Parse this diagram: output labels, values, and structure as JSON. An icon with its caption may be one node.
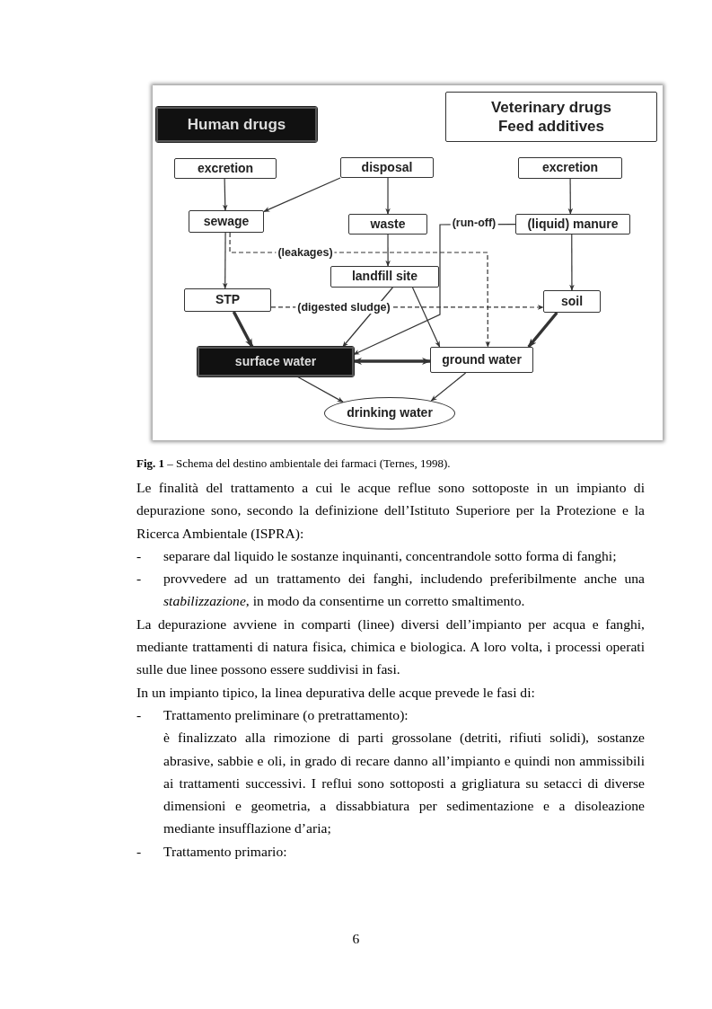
{
  "diagram": {
    "caption": "**Fig. 1** – Schema del destino ambientale dei farmaci (Ternes, 1998).",
    "nodes": [
      {
        "text": [
          "Human drugs"
        ]
      },
      {
        "text": [
          "Veterinary drugs",
          "Feed additives"
        ]
      },
      {
        "text": [
          "excretion"
        ]
      },
      {
        "text": [
          "disposal"
        ]
      },
      {
        "text": [
          "excretion"
        ]
      },
      {
        "text": [
          "sewage"
        ]
      },
      {
        "text": [
          "waste"
        ]
      },
      {
        "text": [
          "(liquid) manure"
        ]
      },
      {
        "text": [
          "landfill site"
        ]
      },
      {
        "text": [
          "STP"
        ]
      },
      {
        "text": [
          "soil"
        ]
      },
      {
        "text": [
          "surface water"
        ]
      },
      {
        "text": [
          "ground water"
        ]
      },
      {
        "text": [
          "drinking water"
        ]
      }
    ],
    "edges": [
      {
        "from": 2,
        "to": 5,
        "arrow": "to"
      },
      {
        "from": 3,
        "to": 5,
        "arrow": "to"
      },
      {
        "from": 3,
        "to": 6,
        "arrow": "to"
      },
      {
        "from": 4,
        "to": 7,
        "arrow": "to"
      },
      {
        "from": 5,
        "to": 9,
        "arrow": "to"
      },
      {
        "from": 5,
        "to": 12,
        "arrow": "to",
        "label": "(leakages)",
        "style": "dashed"
      },
      {
        "from": 6,
        "to": 8,
        "arrow": "to"
      },
      {
        "from": 7,
        "to": 11,
        "arrow": "to",
        "label": "(run-off)"
      },
      {
        "from": 7,
        "to": 10,
        "arrow": "to"
      },
      {
        "from": 9,
        "to": 10,
        "arrow": "to",
        "label": "(digested sludge)",
        "style": "dashed"
      },
      {
        "from": 8,
        "to": 11,
        "arrow": "to"
      },
      {
        "from": 8,
        "to": 12,
        "arrow": "to"
      },
      {
        "from": 9,
        "to": 11,
        "arrow": "to",
        "style": "thick"
      },
      {
        "from": 10,
        "to": 12,
        "arrow": "to",
        "style": "thick"
      },
      {
        "from": 11,
        "to": 12,
        "arrow": "both",
        "style": "thick"
      },
      {
        "from": 11,
        "to": 13,
        "arrow": "to"
      },
      {
        "from": 12,
        "to": 13,
        "arrow": "to"
      }
    ],
    "labels": [
      "Le finalità del trattamento a cui le acque reflue sono sottoposte in un impianto di depurazione sono, secondo la definizione dell’Istituto Superiore per la Protezione e la Ricerca Ambientale (ISPRA):",
      "-",
      "separare dal liquido le sostanze inquinanti, concentrandole sotto forma di fanghi;",
      "-",
      "provvedere ad un trattamento dei fanghi, includendo preferibilmente anche una *stabilizzazione*, in modo da consentirne un corretto smaltimento.",
      "La depurazione avviene in comparti (linee) diversi dell’impianto per acqua e fanghi, mediante trattamenti di natura fisica, chimica e biologica. A loro volta, i processi operati sulle due linee possono essere suddivisi in fasi.",
      "In un impianto tipico, la linea depurativa delle acque prevede le fasi di:",
      "-",
      "Trattamento preliminare (o pretrattamento):",
      "è finalizzato alla rimozione di parti grossolane (detriti, rifiuti solidi), sostanze abrasive, sabbie e oli, in grado di recare danno all’impianto e quindi non ammissibili ai trattamenti successivi. I reflui sono sottoposti a grigliatura su setacci di diverse dimensioni e geometria, a dissabbiatura per sedimentazione e a disoleazione mediante insufflazione d’aria;",
      "-",
      "Trattamento primario:",
      "6"
    ]
  }
}
